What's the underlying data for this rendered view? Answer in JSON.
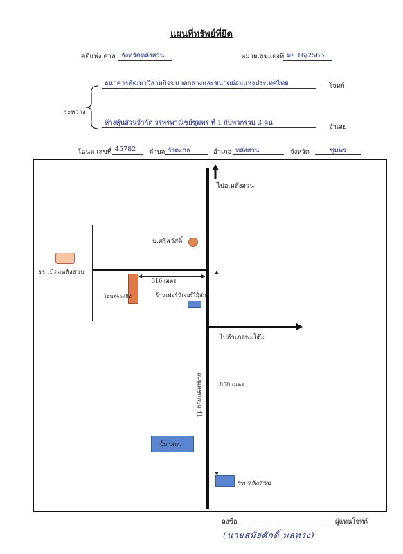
{
  "title": "แผนที่ทรัพย์ที่ยึด",
  "header": {
    "case_court_label": "คดีแพ่ง ศาล",
    "court_name": "จังหวัดหลังสวน",
    "case_no_label": "หมายเลขแดงที่",
    "case_no": "มย.16/2566"
  },
  "parties": {
    "between_label": "ระหว่าง",
    "plaintiff_name": "ธนาคารพัฒนาวิสาหกิจขนาดกลางและขนาดย่อมแห่งประเทศไทย",
    "plaintiff_role": "โจทก์",
    "defendant_name": "ห้างหุ้นส่วนจำกัด วรพรพาณิชย์ชุมพร ที่ 1 กับพวกรวม 3 คน",
    "defendant_role": "จำเลย"
  },
  "deed": {
    "deed_label": "โฉนด เลขที่",
    "deed_no": "45782",
    "subdistrict_label": "ตำบล",
    "subdistrict": "วังตะกอ",
    "district_label": "อำเภอ",
    "district": "หลังสวน",
    "province_label": "จังหวัด",
    "province": "ชุมพร"
  },
  "map": {
    "to_post_office": "ไปอ.หลังสวน",
    "village": "บ.ศรีสวัสดิ์",
    "school": "รร.เมืองหลังสวน",
    "distance_316": "316 เมตร",
    "deed_marker": "โฉนด45782",
    "furniture_shop": "ร้านเฟอร์นิเจอร์ไม้สัก",
    "to_pato": "ไปอำเภอพะโต๊ะ",
    "road_name": "ถนนเพชรเกษม 41",
    "distance_850": "850 เมตร",
    "gas_station": "ปั๊ม ปตท.",
    "hospital": "รพ.หลังสวน"
  },
  "signature": {
    "sign_label": "ลงชื่อ",
    "sign_role": "ผู้แทนโจทก์",
    "signer_name": "(นายสมัยศักดิ์ พลทรง)"
  },
  "colors": {
    "road": "#111111",
    "plot_orange": "#e07a4a",
    "village_orange": "#e08a55",
    "school_fill": "#f7c4a4",
    "building_blue": "#5b86cf",
    "ink_blue": "#1f2a8a"
  }
}
